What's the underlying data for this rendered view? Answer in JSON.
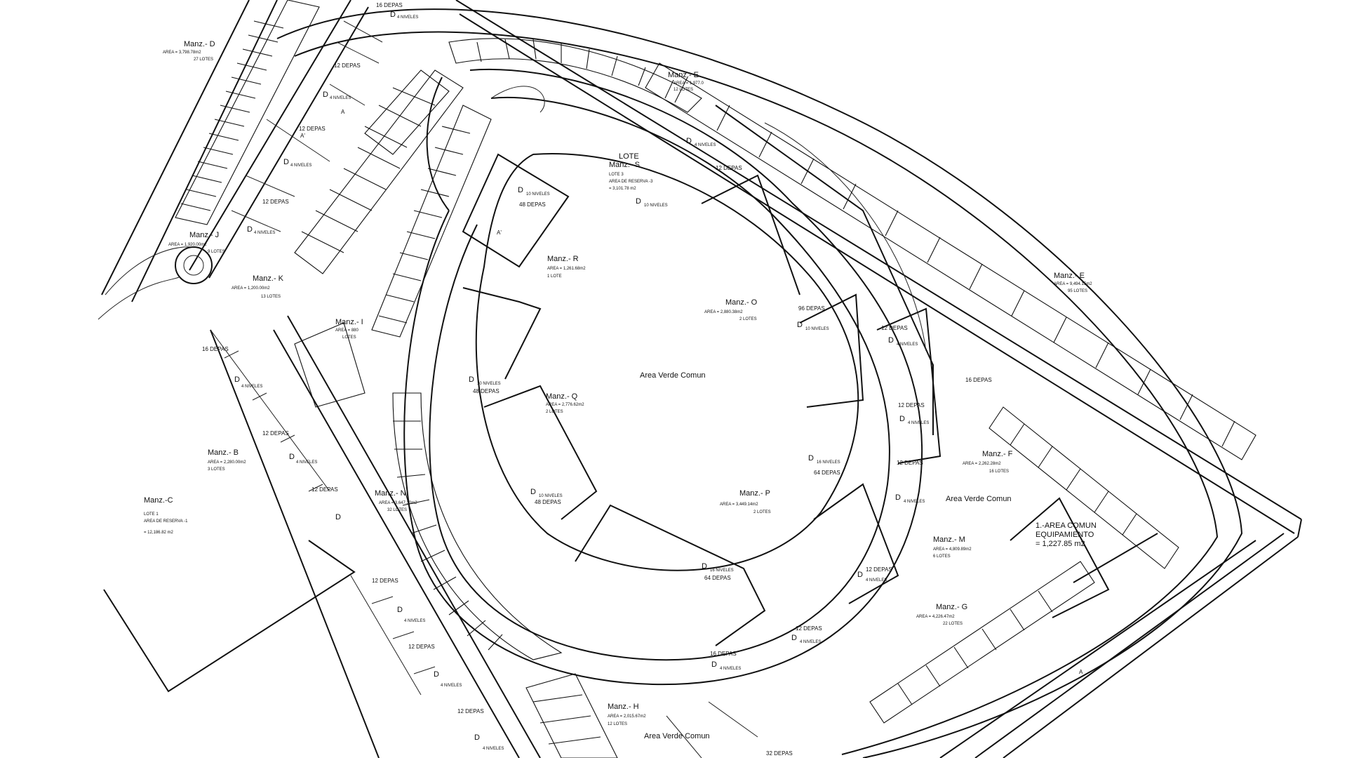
{
  "blocks": [
    {
      "id": "d",
      "name": "Manz.- D",
      "area": "AREA = 3,798.78m2",
      "lots": "27 LOTES"
    },
    {
      "id": "e-top",
      "name": "Manz.- E",
      "area": "AREA = 1,977.0",
      "lots": "12 LOTES"
    },
    {
      "id": "s",
      "pre": "LOTE",
      "name": "Manz.- S",
      "area": "LOTE 3",
      "lots": "AREA DE RESERVA -3",
      "extra": "= 3,101.78 m2"
    },
    {
      "id": "j",
      "name": "Manz.- J",
      "area": "AREA = 1,920.00m2",
      "lots": "9 LOTES"
    },
    {
      "id": "k",
      "name": "Manz.- K",
      "area": "AREA = 1,200.00m2",
      "lots": "13 LOTES"
    },
    {
      "id": "r",
      "name": "Manz.- R",
      "area": "AREA = 1,261.68m2",
      "lots": "1 LOTE"
    },
    {
      "id": "o",
      "name": "Manz.- O",
      "area": "AREA = 2,880.38m2",
      "lots": "2 LOTES"
    },
    {
      "id": "e",
      "name": "Manz.- E",
      "area": "AREA = 9,494.15m2",
      "lots": "95 LOTES"
    },
    {
      "id": "i",
      "name": "Manz.- I",
      "area": "AREA = 880",
      "lots": "LOTES"
    },
    {
      "id": "q",
      "name": "Manz.- Q",
      "area": "AREA = 2,776.62m2",
      "lots": "2 LOTES"
    },
    {
      "id": "b",
      "name": "Manz.- B",
      "area": "AREA = 2,280.00m2",
      "lots": "3 LOTES"
    },
    {
      "id": "f",
      "name": "Manz.- F",
      "area": "AREA = 2,262.28m2",
      "lots": "16 LOTES"
    },
    {
      "id": "c",
      "name": "Manz.-C",
      "area": "LOTE 1",
      "lots": "AREA DE RESERVA -1",
      "extra": "= 12,186.82 m2"
    },
    {
      "id": "n",
      "name": "Manz.- N",
      "area": "AREA = 3,647.30m2",
      "lots": "32 LOTES"
    },
    {
      "id": "p",
      "name": "Manz.- P",
      "area": "AREA = 3,449.14m2",
      "lots": "2 LOTES"
    },
    {
      "id": "m",
      "name": "Manz.- M",
      "area": "AREA = 4,809.89m2",
      "lots": "6 LOTES"
    },
    {
      "id": "g",
      "name": "Manz.- G",
      "area": "AREA = 4,226.47m2",
      "lots": "22 LOTES"
    },
    {
      "id": "h",
      "name": "Manz.- H",
      "area": "AREA = 2,015.67m2",
      "lots": "12 LOTES"
    }
  ],
  "areas": {
    "verde_center": "Area Verde Comun",
    "verde_right": "Area Verde Comun",
    "verde_bottom": "Area Verde Comun",
    "equip_1": "1.-AREA COMUN",
    "equip_2": "EQUIPAMIENTO",
    "equip_3": "= 1,227.85 m2"
  },
  "labels": {
    "d_sym": "D",
    "depas_12": "12 DEPAS",
    "depas_16": "16 DEPAS",
    "depas_32": "32 DEPAS",
    "depas_48": "48 DEPAS",
    "depas_64": "64 DEPAS",
    "depas_96": "96 DEPAS",
    "niveles_4": "4 NIVELES",
    "niveles_10": "10 NIVELES",
    "niveles_16": "16 NIVELES",
    "sec_a": "A",
    "sec_a1": "A'"
  }
}
